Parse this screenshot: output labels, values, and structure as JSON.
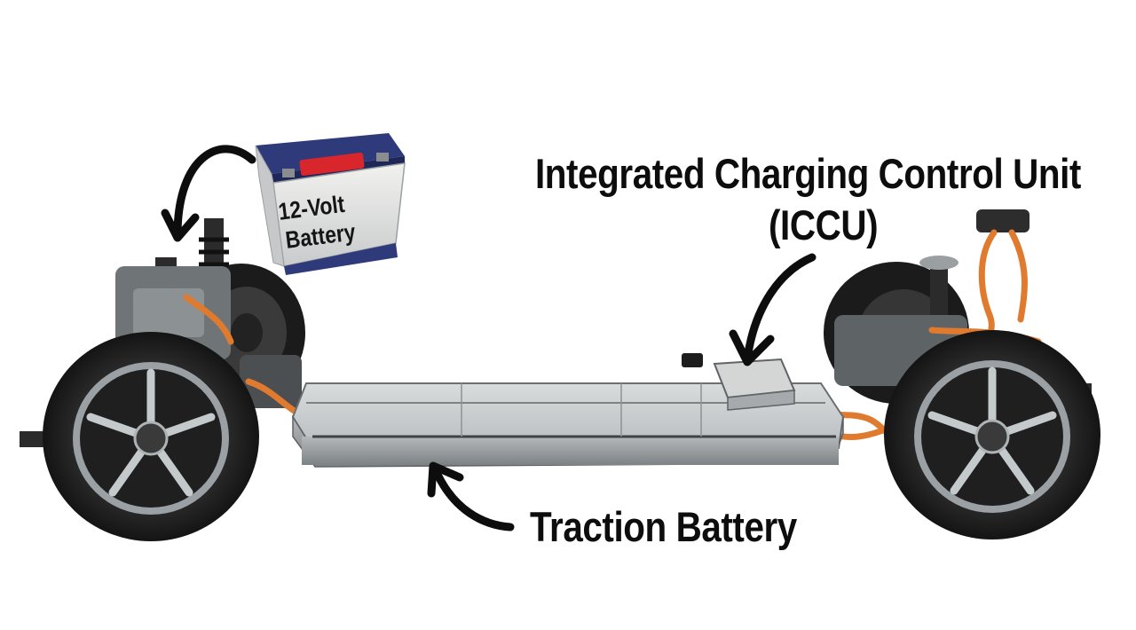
{
  "callouts": {
    "iccu_line1": "Integrated Charging Control Unit",
    "iccu_line2": "(ICCU)",
    "traction": "Traction Battery",
    "battery_line1": "12-Volt",
    "battery_line2": "Battery"
  },
  "colors": {
    "background": "#ffffff",
    "annotation_ink": "#0d0d0d",
    "hv_cable_orange": "#e07a2e",
    "battery_case_blue": "#2e3a7a",
    "battery_terminal_red": "#d8262c",
    "traction_pack_grey": "#9ea3a6"
  },
  "icons": [
    "curved-arrow-icon",
    "car-battery-icon",
    "wheel-icon"
  ]
}
